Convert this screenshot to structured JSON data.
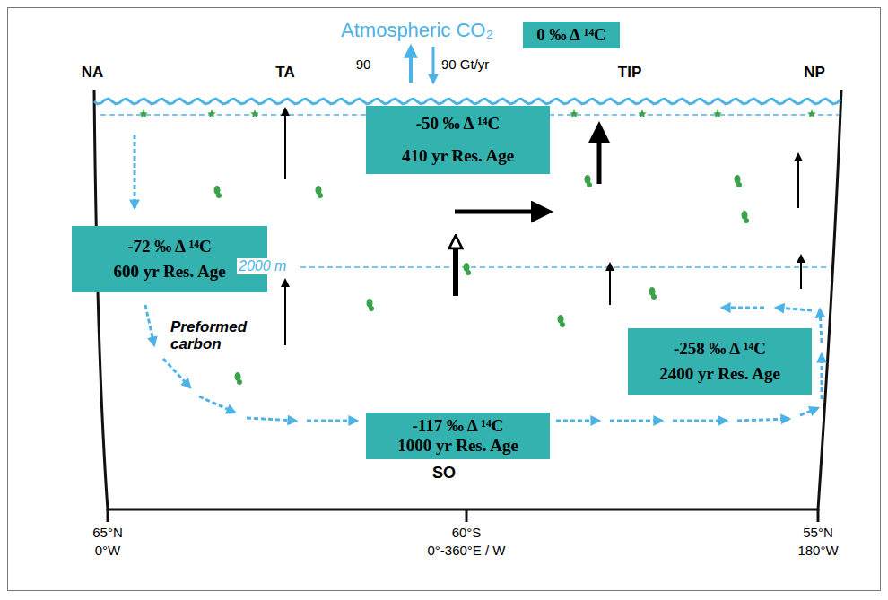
{
  "diagram": {
    "nodes": [
      {
        "text": [
          "0 ‰ Δ ¹⁴C"
        ]
      },
      {
        "text": [
          "-50 ‰ Δ ¹⁴C",
          "410 yr Res. Age"
        ]
      },
      {
        "text": [
          "-72 ‰ Δ ¹⁴C",
          "600 yr Res. Age"
        ]
      },
      {
        "text": [
          "-258 ‰ Δ ¹⁴C",
          "2400 yr Res. Age"
        ]
      },
      {
        "text": [
          "-117 ‰ Δ ¹⁴C",
          "1000 yr Res. Age"
        ]
      }
    ],
    "labels": [
      "Atmospheric CO₂",
      "90",
      "90 Gt/yr",
      "NA",
      "TA",
      "TIP",
      "NP",
      "2000 m",
      "Preformed carbon",
      "SO",
      "65°N",
      "0°W",
      "60°S",
      "0°-360°E / W",
      "55°N",
      "180°W"
    ]
  }
}
